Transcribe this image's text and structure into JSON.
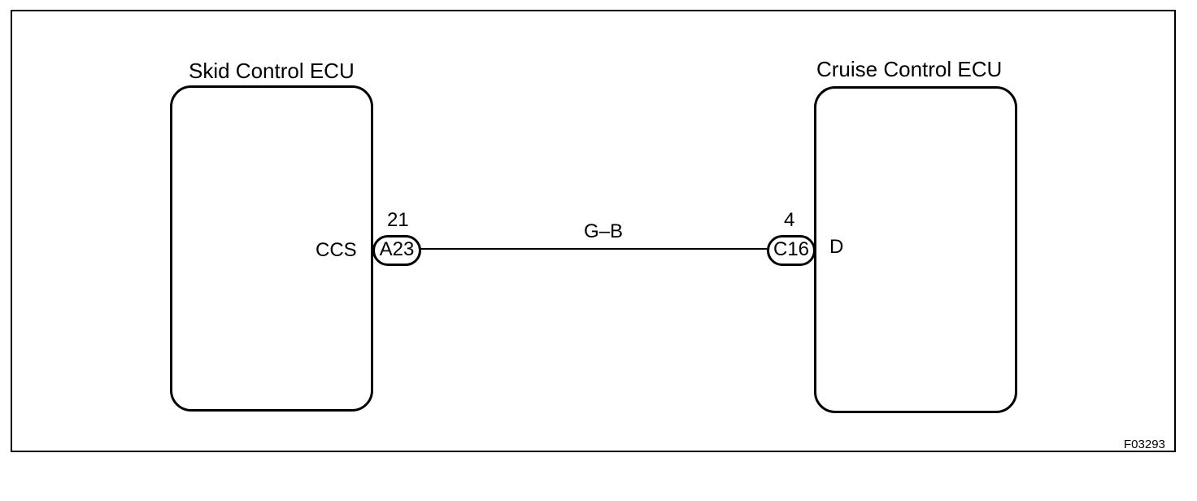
{
  "left_ecu": {
    "title": "Skid Control ECU",
    "terminal_name": "CCS",
    "pin_number": "21",
    "connector_id": "A23"
  },
  "right_ecu": {
    "title": "Cruise Control ECU",
    "terminal_name": "D",
    "pin_number": "4",
    "connector_id": "C16"
  },
  "wire": {
    "color_code": "G–B"
  },
  "figure_code": "F03293"
}
